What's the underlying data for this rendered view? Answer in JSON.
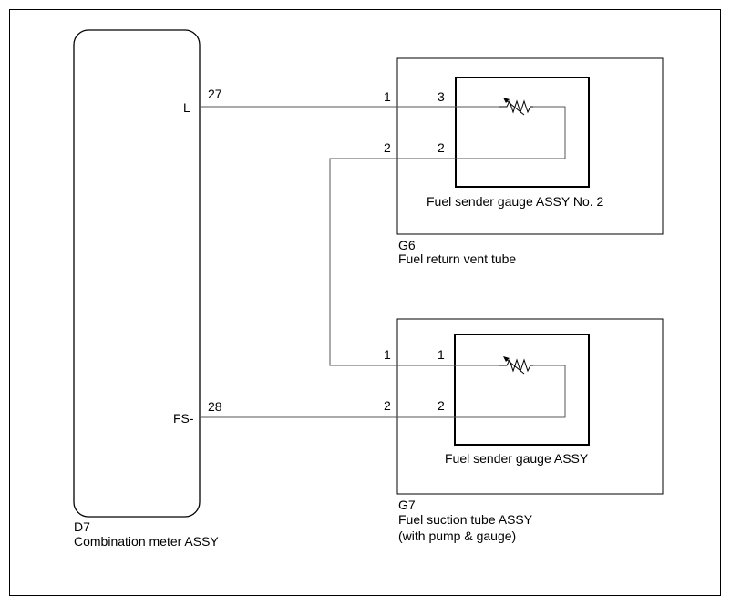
{
  "components": {
    "meter": {
      "code": "D7",
      "name": "Combination meter ASSY",
      "pins": {
        "L": "L",
        "FS": "FS-"
      }
    },
    "g6": {
      "code": "G6",
      "name": "Fuel return vent tube",
      "sender": "Fuel sender gauge ASSY No. 2"
    },
    "g7": {
      "code": "G7",
      "name": "Fuel suction tube ASSY",
      "sub": "(with pump & gauge)",
      "sender": "Fuel sender gauge ASSY"
    }
  },
  "pins": {
    "meter_l": "27",
    "meter_fs": "28",
    "g6_conn_1": "1",
    "g6_conn_2": "2",
    "g6_sender_3": "3",
    "g6_sender_2": "2",
    "g7_conn_1": "1",
    "g7_conn_2": "2",
    "g7_sender_1": "1",
    "g7_sender_2": "2"
  },
  "colors": {
    "wire": "#555555",
    "outline": "#000000"
  }
}
